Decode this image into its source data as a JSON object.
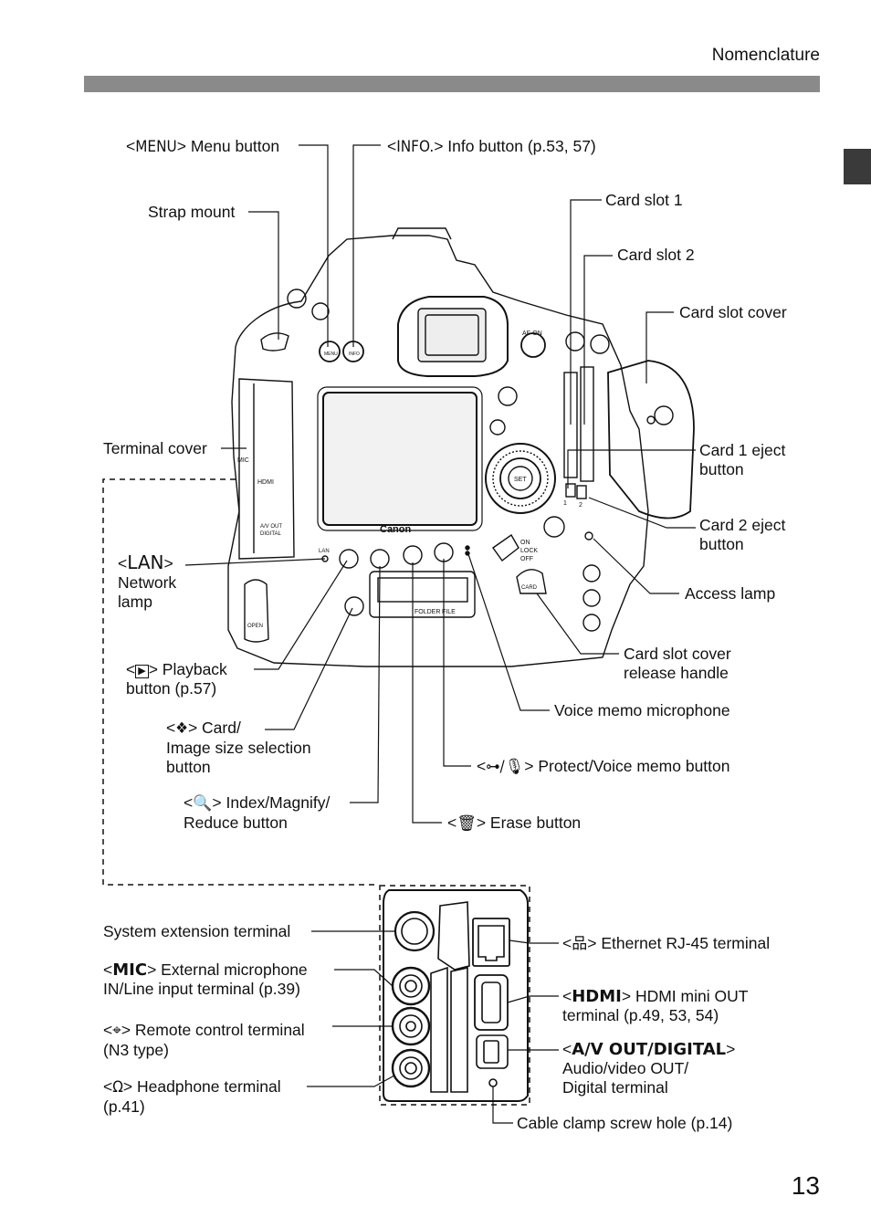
{
  "header": {
    "section_title": "Nomenclature"
  },
  "page_number": "13",
  "labels": {
    "menu_button": {
      "glyph": "MENU",
      "text": "Menu button"
    },
    "info_button": {
      "glyph": "INFO.",
      "text": "Info button (p.53, 57)"
    },
    "strap_mount": "Strap mount",
    "card_slot_1": "Card slot 1",
    "card_slot_2": "Card slot 2",
    "card_slot_cover": "Card slot cover",
    "terminal_cover": "Terminal cover",
    "card1_eject": {
      "line1": "Card 1 eject",
      "line2": "button"
    },
    "card2_eject": {
      "line1": "Card 2 eject",
      "line2": "button"
    },
    "lan_lamp": {
      "glyph": "LAN",
      "line1": "Network",
      "line2": "lamp"
    },
    "access_lamp": "Access lamp",
    "playback_button": {
      "glyph": "▶",
      "line1": "Playback",
      "line2": "button (p.57)"
    },
    "card_slot_cover_release": {
      "line1": "Card slot cover",
      "line2": "release handle"
    },
    "voice_memo_mic": "Voice memo microphone",
    "card_image_size": {
      "glyph": "❖",
      "line1": "Card/",
      "line2": "Image size selection",
      "line3": "button"
    },
    "protect_voice": {
      "glyph": "⊶/🎙",
      "text": "Protect/Voice memo button"
    },
    "index_magnify": {
      "glyph": "🔍",
      "line1": "Index/Magnify/",
      "line2": "Reduce button"
    },
    "erase_button": {
      "glyph": "🗑",
      "text": "Erase button"
    },
    "system_extension": "System extension terminal",
    "ethernet": {
      "glyph": "品",
      "text": "Ethernet RJ-45 terminal"
    },
    "mic_terminal": {
      "glyph": "MIC",
      "line1": "External microphone",
      "line2": "IN/Line input terminal (p.39)"
    },
    "hdmi": {
      "glyph": "HDMI",
      "line1": "HDMI mini OUT",
      "line2": "terminal (p.49, 53, 54)"
    },
    "remote_terminal": {
      "glyph": "⌖",
      "line1": "Remote control terminal",
      "line2": "(N3 type)"
    },
    "av_out": {
      "glyph": "A/V OUT/DIGITAL",
      "line1": "Audio/video OUT/",
      "line2": "Digital terminal"
    },
    "headphone": {
      "glyph": "Ω",
      "line1": "Headphone terminal",
      "line2": "(p.41)"
    },
    "cable_clamp": "Cable clamp screw hole (p.14)"
  },
  "camera": {
    "brand": "Canon",
    "buttons": {
      "menu": "MENU",
      "info": "INFO",
      "af_on": "AF-ON",
      "set": "SET",
      "card": "CARD"
    },
    "switch": {
      "on": "ON",
      "lock": "LOCK",
      "off": "OFF"
    },
    "ports": {
      "mic": "MIC",
      "hdmi": "HDMI",
      "av_out": "A/V OUT",
      "digital": "DIGITAL",
      "lan": "LAN"
    },
    "lcd_labels": {
      "folder": "FOLDER",
      "file": "FILE"
    },
    "grip": "OPEN",
    "slots": {
      "slot1": "1",
      "slot2": "2"
    }
  },
  "colors": {
    "ink": "#111111",
    "bar": "#8a8a8a",
    "tab": "#3a3a3a"
  }
}
